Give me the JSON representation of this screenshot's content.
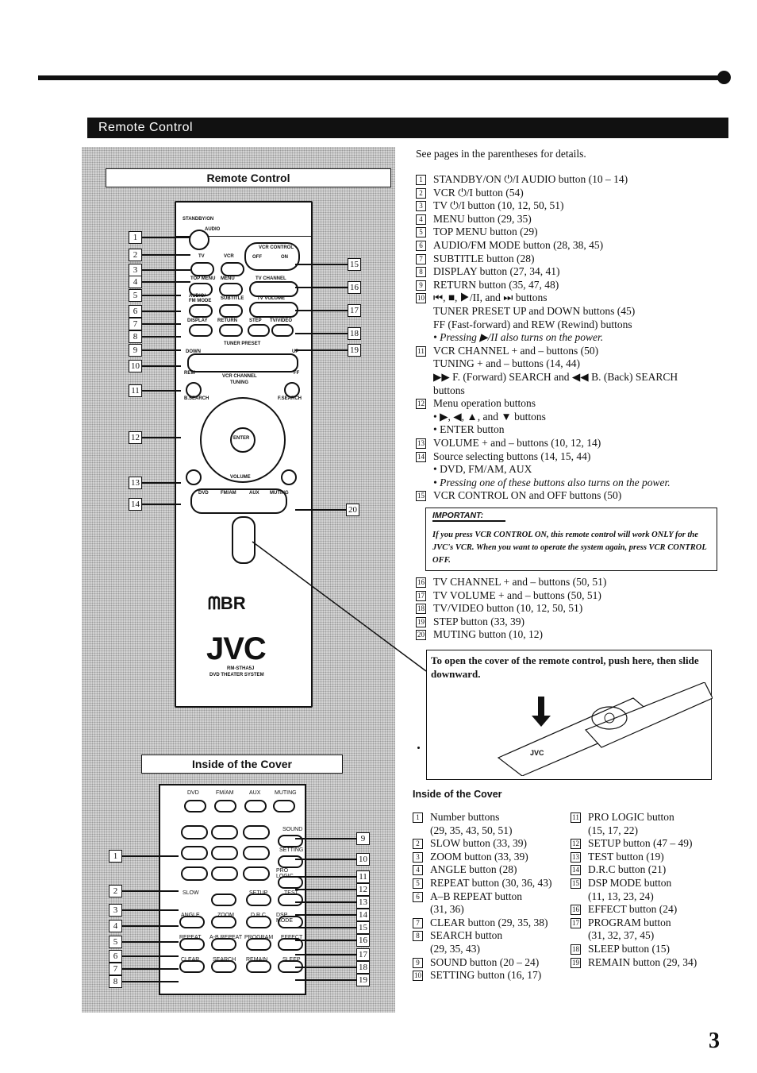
{
  "header": {
    "section_title": "Remote Control"
  },
  "left": {
    "remote_title": "Remote Control",
    "cover_title": "Inside of the Cover",
    "remote_labels": {
      "standby": "STANDBY/ON",
      "audio": "AUDIO",
      "tv": "TV",
      "vcr": "VCR",
      "vcr_control": "VCR CONTROL",
      "off": "OFF",
      "on": "ON",
      "top_menu": "TOP MENU",
      "menu": "MENU",
      "tv_channel": "TV CHANNEL",
      "audio_fm_mode": "AUDIO/ FM MODE",
      "subtitle": "SUBTITLE",
      "tv_volume": "TV VOLUME",
      "display": "DISPLAY",
      "return": "RETURN",
      "step": "STEP",
      "tv_video": "TV/VIDEO",
      "tuner_preset": "TUNER PRESET",
      "down": "DOWN",
      "up": "UP",
      "rew": "REW",
      "ff": "FF",
      "vcr_channel": "VCR CHANNEL",
      "tuning": "TUNING",
      "b_search": "B.SEARCH",
      "f_search": "F.SEARCH",
      "enter": "ENTER",
      "volume": "VOLUME",
      "dvd": "DVD",
      "fm_am": "FM/AM",
      "aux": "AUX",
      "muting": "MUTING",
      "mbr": "ᗰBR",
      "brand": "JVC",
      "model": "RM-STHA5J",
      "system": "DVD THEATER SYSTEM"
    },
    "cover_labels": {
      "dvd": "DVD",
      "fm_am": "FM/AM",
      "aux": "AUX",
      "muting": "MUTING",
      "sound": "SOUND",
      "setting": "SETTING",
      "pro_logic": "PRO LOGIC",
      "slow": "SLOW",
      "setup": "SETUP",
      "test": "TEST",
      "angle": "ANGLE",
      "zoom": "ZOOM",
      "drc": "D.R.C",
      "dsp_mode": "DSP MODE",
      "repeat": "REPEAT",
      "ab_repeat": "A-B REPEAT",
      "program": "PROGRAM",
      "effect": "EFFECT",
      "clear": "CLEAR",
      "search": "SEARCH",
      "remain": "REMAIN",
      "sleep": "SLEEP"
    },
    "remote_callouts": [
      "1",
      "2",
      "3",
      "4",
      "5",
      "6",
      "7",
      "8",
      "9",
      "10",
      "11",
      "12",
      "13",
      "14",
      "15",
      "16",
      "17",
      "18",
      "19",
      "20"
    ],
    "cover_callouts": [
      "1",
      "2",
      "3",
      "4",
      "5",
      "6",
      "7",
      "8",
      "9",
      "10",
      "11",
      "12",
      "13",
      "14",
      "15",
      "16",
      "17",
      "18",
      "19"
    ]
  },
  "right": {
    "intro": "See pages in the parentheses for details.",
    "items": [
      {
        "n": "1",
        "lines": [
          "STANDBY/ON ⏻/I AUDIO button (10 – 14)"
        ]
      },
      {
        "n": "2",
        "lines": [
          "VCR ⏻/I button (54)"
        ]
      },
      {
        "n": "3",
        "lines": [
          "TV ⏻/I button (10, 12, 50, 51)"
        ]
      },
      {
        "n": "4",
        "lines": [
          "MENU button (29, 35)"
        ]
      },
      {
        "n": "5",
        "lines": [
          "TOP MENU button (29)"
        ]
      },
      {
        "n": "6",
        "lines": [
          "AUDIO/FM MODE button (28, 38, 45)"
        ]
      },
      {
        "n": "7",
        "lines": [
          "SUBTITLE button (28)"
        ]
      },
      {
        "n": "8",
        "lines": [
          "DISPLAY button (27, 34, 41)"
        ]
      },
      {
        "n": "9",
        "lines": [
          "RETURN button (35, 47, 48)"
        ]
      },
      {
        "n": "10",
        "lines": [
          "⏮, ■, ▶/II, and ⏭ buttons",
          "TUNER PRESET UP and DOWN buttons (45)",
          "FF (Fast-forward) and REW (Rewind) buttons"
        ],
        "note": "• Pressing ▶/II also turns on the power."
      },
      {
        "n": "11",
        "lines": [
          "VCR CHANNEL + and – buttons (50)",
          "TUNING + and – buttons (14, 44)",
          "▶▶ F. (Forward) SEARCH and ◀◀ B. (Back) SEARCH",
          "buttons"
        ]
      },
      {
        "n": "12",
        "lines": [
          "Menu operation buttons",
          "• ▶, ◀, ▲, and ▼ buttons",
          "• ENTER button"
        ]
      },
      {
        "n": "13",
        "lines": [
          "VOLUME + and – buttons (10, 12, 14)"
        ]
      },
      {
        "n": "14",
        "lines": [
          "Source selecting buttons (14, 15, 44)",
          "• DVD, FM/AM, AUX"
        ],
        "note": "• Pressing one of these buttons also turns on the power."
      },
      {
        "n": "15",
        "lines": [
          "VCR CONTROL ON and OFF buttons (50)"
        ]
      }
    ],
    "important": {
      "heading": "IMPORTANT:",
      "body": "If you press VCR CONTROL ON, this remote control will work ONLY for the JVC's VCR. When you want to operate the system again, press VCR CONTROL OFF."
    },
    "items2": [
      {
        "n": "16",
        "text": "TV CHANNEL + and – buttons (50, 51)"
      },
      {
        "n": "17",
        "text": "TV VOLUME + and – buttons  (50, 51)"
      },
      {
        "n": "18",
        "text": "TV/VIDEO button (10, 12, 50, 51)"
      },
      {
        "n": "19",
        "text": "STEP button (33, 39)"
      },
      {
        "n": "20",
        "text": "MUTING button (10, 12)"
      }
    ],
    "push_note": "To open the cover of the remote control, push here, then slide downward.",
    "cover_heading": "Inside of the Cover",
    "cover_items_left": [
      {
        "n": "1",
        "lines": [
          "Number buttons",
          "(29, 35, 43, 50, 51)"
        ]
      },
      {
        "n": "2",
        "lines": [
          "SLOW button (33, 39)"
        ]
      },
      {
        "n": "3",
        "lines": [
          "ZOOM button (33, 39)"
        ]
      },
      {
        "n": "4",
        "lines": [
          "ANGLE button (28)"
        ]
      },
      {
        "n": "5",
        "lines": [
          "REPEAT button (30, 36, 43)"
        ]
      },
      {
        "n": "6",
        "lines": [
          "A–B REPEAT button",
          "(31, 36)"
        ]
      },
      {
        "n": "7",
        "lines": [
          "CLEAR button (29, 35, 38)"
        ]
      },
      {
        "n": "8",
        "lines": [
          "SEARCH button",
          "(29, 35, 43)"
        ]
      },
      {
        "n": "9",
        "lines": [
          "SOUND button (20 – 24)"
        ]
      },
      {
        "n": "10",
        "lines": [
          "SETTING button (16, 17)"
        ]
      }
    ],
    "cover_items_right": [
      {
        "n": "11",
        "lines": [
          "PRO LOGIC button",
          "(15, 17, 22)"
        ]
      },
      {
        "n": "12",
        "lines": [
          "SETUP button (47 – 49)"
        ]
      },
      {
        "n": "13",
        "lines": [
          "TEST button (19)"
        ]
      },
      {
        "n": "14",
        "lines": [
          "D.R.C button (21)"
        ]
      },
      {
        "n": "15",
        "lines": [
          "DSP MODE button",
          "(11, 13, 23, 24)"
        ]
      },
      {
        "n": "16",
        "lines": [
          "EFFECT button (24)"
        ]
      },
      {
        "n": "17",
        "lines": [
          "PROGRAM button",
          "(31, 32, 37, 45)"
        ]
      },
      {
        "n": "18",
        "lines": [
          "SLEEP button (15)"
        ]
      },
      {
        "n": "19",
        "lines": [
          "REMAIN button (29, 34)"
        ]
      }
    ]
  },
  "page_number": "3"
}
